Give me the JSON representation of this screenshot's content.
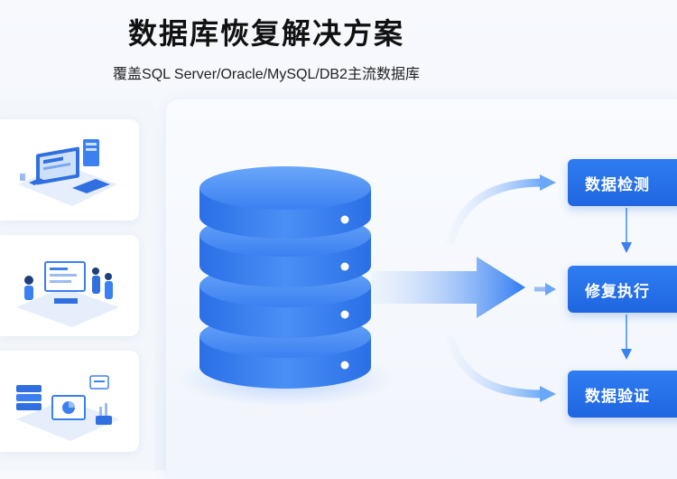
{
  "header": {
    "title": "数据库恢复解决方案",
    "subtitle": "覆盖SQL Server/Oracle/MySQL/DB2主流数据库"
  },
  "steps": [
    {
      "label": "数据检测"
    },
    {
      "label": "修复执行"
    },
    {
      "label": "数据验证"
    }
  ],
  "illustrations": [
    {
      "icon": "computer-dashboard-icon"
    },
    {
      "icon": "team-meeting-icon"
    },
    {
      "icon": "server-analytics-icon"
    }
  ],
  "colors": {
    "accent": "#1f66e0",
    "database": "#3b80f0",
    "background": "#eef3fb"
  }
}
